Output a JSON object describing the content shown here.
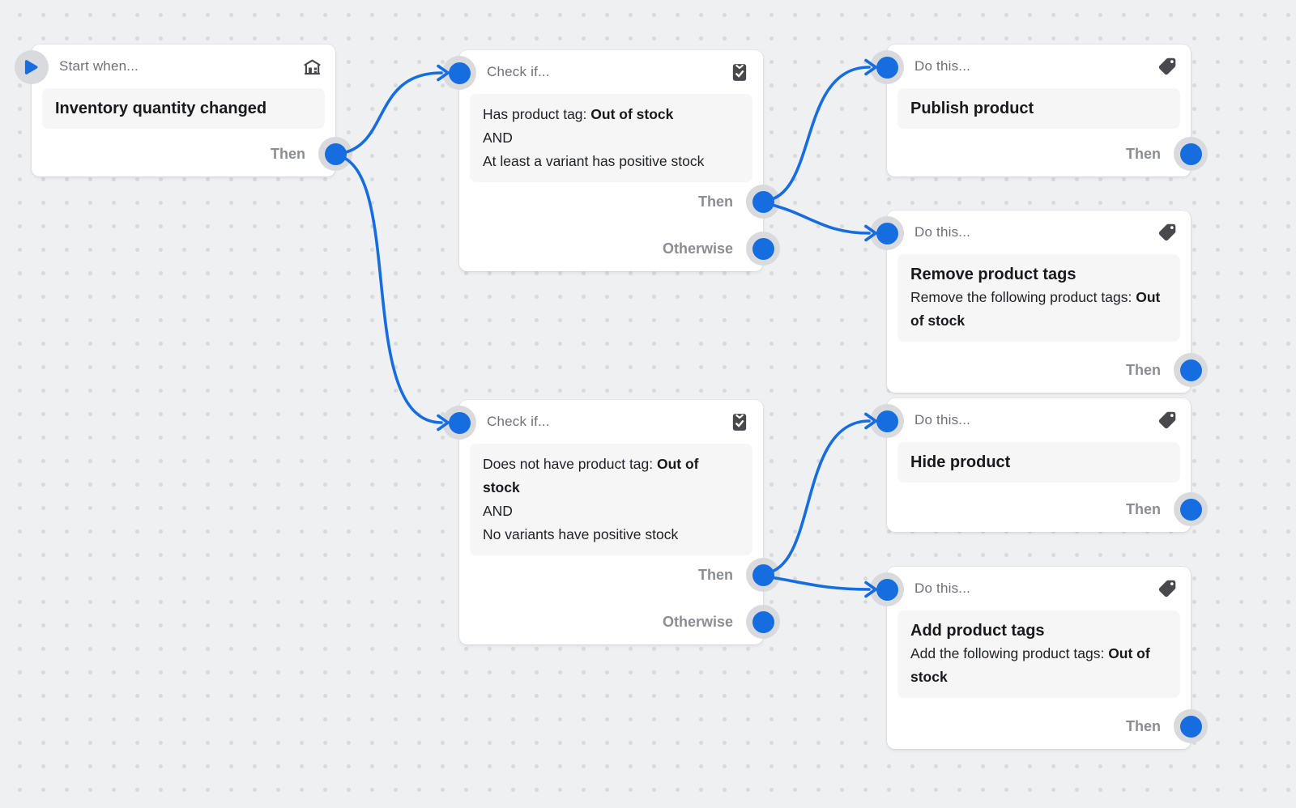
{
  "canvas": {
    "accent_blue": "#156de0",
    "background": "#eff0f2",
    "dot_color": "#d9dadc",
    "card_background": "#ffffff"
  },
  "nodes": {
    "trigger": {
      "header": "Start when...",
      "icon": "store-icon",
      "title": "Inventory quantity changed",
      "outputs": {
        "then": "Then"
      }
    },
    "check1": {
      "header": "Check if...",
      "icon": "clipboard-check-icon",
      "lines": [
        {
          "text": "Has product tag: ",
          "bold": "Out of stock"
        },
        {
          "text": "AND",
          "bold": ""
        },
        {
          "text": "At least a variant has positive stock",
          "bold": ""
        }
      ],
      "outputs": {
        "then": "Then",
        "otherwise": "Otherwise"
      }
    },
    "check2": {
      "header": "Check if...",
      "icon": "clipboard-check-icon",
      "lines": [
        {
          "text": "Does not have product tag: ",
          "bold": "Out of stock"
        },
        {
          "text": "AND",
          "bold": ""
        },
        {
          "text": "No variants have positive stock",
          "bold": ""
        }
      ],
      "outputs": {
        "then": "Then",
        "otherwise": "Otherwise"
      }
    },
    "action_publish": {
      "header": "Do this...",
      "icon": "tag-icon",
      "title": "Publish product",
      "outputs": {
        "then": "Then"
      }
    },
    "action_remove": {
      "header": "Do this...",
      "icon": "tag-icon",
      "title": "Remove product tags",
      "desc": {
        "text": "Remove the following product tags: ",
        "bold": "Out of stock"
      },
      "outputs": {
        "then": "Then"
      }
    },
    "action_hide": {
      "header": "Do this...",
      "icon": "tag-icon",
      "title": "Hide product",
      "outputs": {
        "then": "Then"
      }
    },
    "action_add": {
      "header": "Do this...",
      "icon": "tag-icon",
      "title": "Add product tags",
      "desc": {
        "text": "Add the following product tags: ",
        "bold": "Out of stock"
      },
      "outputs": {
        "then": "Then"
      }
    }
  },
  "edges": [
    {
      "from": "trigger.then",
      "to": "check1.in"
    },
    {
      "from": "trigger.then",
      "to": "check2.in"
    },
    {
      "from": "check1.then",
      "to": "action_publish.in"
    },
    {
      "from": "check1.then",
      "to": "action_remove.in"
    },
    {
      "from": "check2.then",
      "to": "action_hide.in"
    },
    {
      "from": "check2.then",
      "to": "action_add.in"
    }
  ]
}
